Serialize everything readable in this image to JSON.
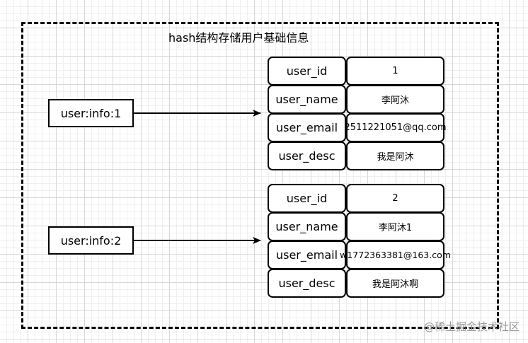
{
  "title": "hash结构存储用户基础信息",
  "keys": [
    {
      "label": "user:info:1",
      "fields": [
        {
          "name": "user_id",
          "value": "1"
        },
        {
          "name": "user_name",
          "value": "李阿沐"
        },
        {
          "name": "user_email",
          "value": "2511221051@qq.com"
        },
        {
          "name": "user_desc",
          "value": "我是阿沐"
        }
      ]
    },
    {
      "label": "user:info:2",
      "fields": [
        {
          "name": "user_id",
          "value": "2"
        },
        {
          "name": "user_name",
          "value": "李阿沐1"
        },
        {
          "name": "user_email",
          "value": "w1772363381@163.com"
        },
        {
          "name": "user_desc",
          "value": "我是阿沐啊"
        }
      ]
    }
  ],
  "watermark": "@稀土掘金技术社区"
}
